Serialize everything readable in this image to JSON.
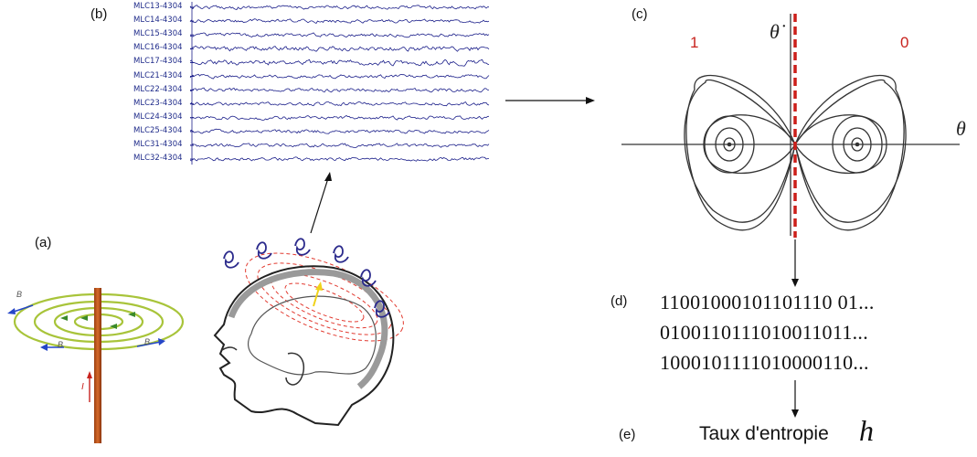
{
  "panels": {
    "a": "(a)",
    "b": "(b)",
    "c": "(c)",
    "d": "(d)",
    "e": "(e)"
  },
  "meg": {
    "channels": [
      "MLC13-4304",
      "MLC14-4304",
      "MLC15-4304",
      "MLC16-4304",
      "MLC17-4304",
      "MLC21-4304",
      "MLC22-4304",
      "MLC23-4304",
      "MLC24-4304",
      "MLC25-4304",
      "MLC31-4304",
      "MLC32-4304"
    ],
    "trace_color": "#1b1f8a"
  },
  "phase": {
    "region_left": "1",
    "region_right": "0",
    "axis_x": "θ",
    "axis_y": "θ̇",
    "divider_color": "#cc1f1a"
  },
  "symbols": {
    "lines": [
      "11001000101101110 01...",
      "0100110111010011011...",
      "1000101111010000110..."
    ]
  },
  "entropy": {
    "label": "Taux d'entropie",
    "symbol": "h"
  },
  "field": {
    "b_label": "B",
    "i_label": "I"
  }
}
